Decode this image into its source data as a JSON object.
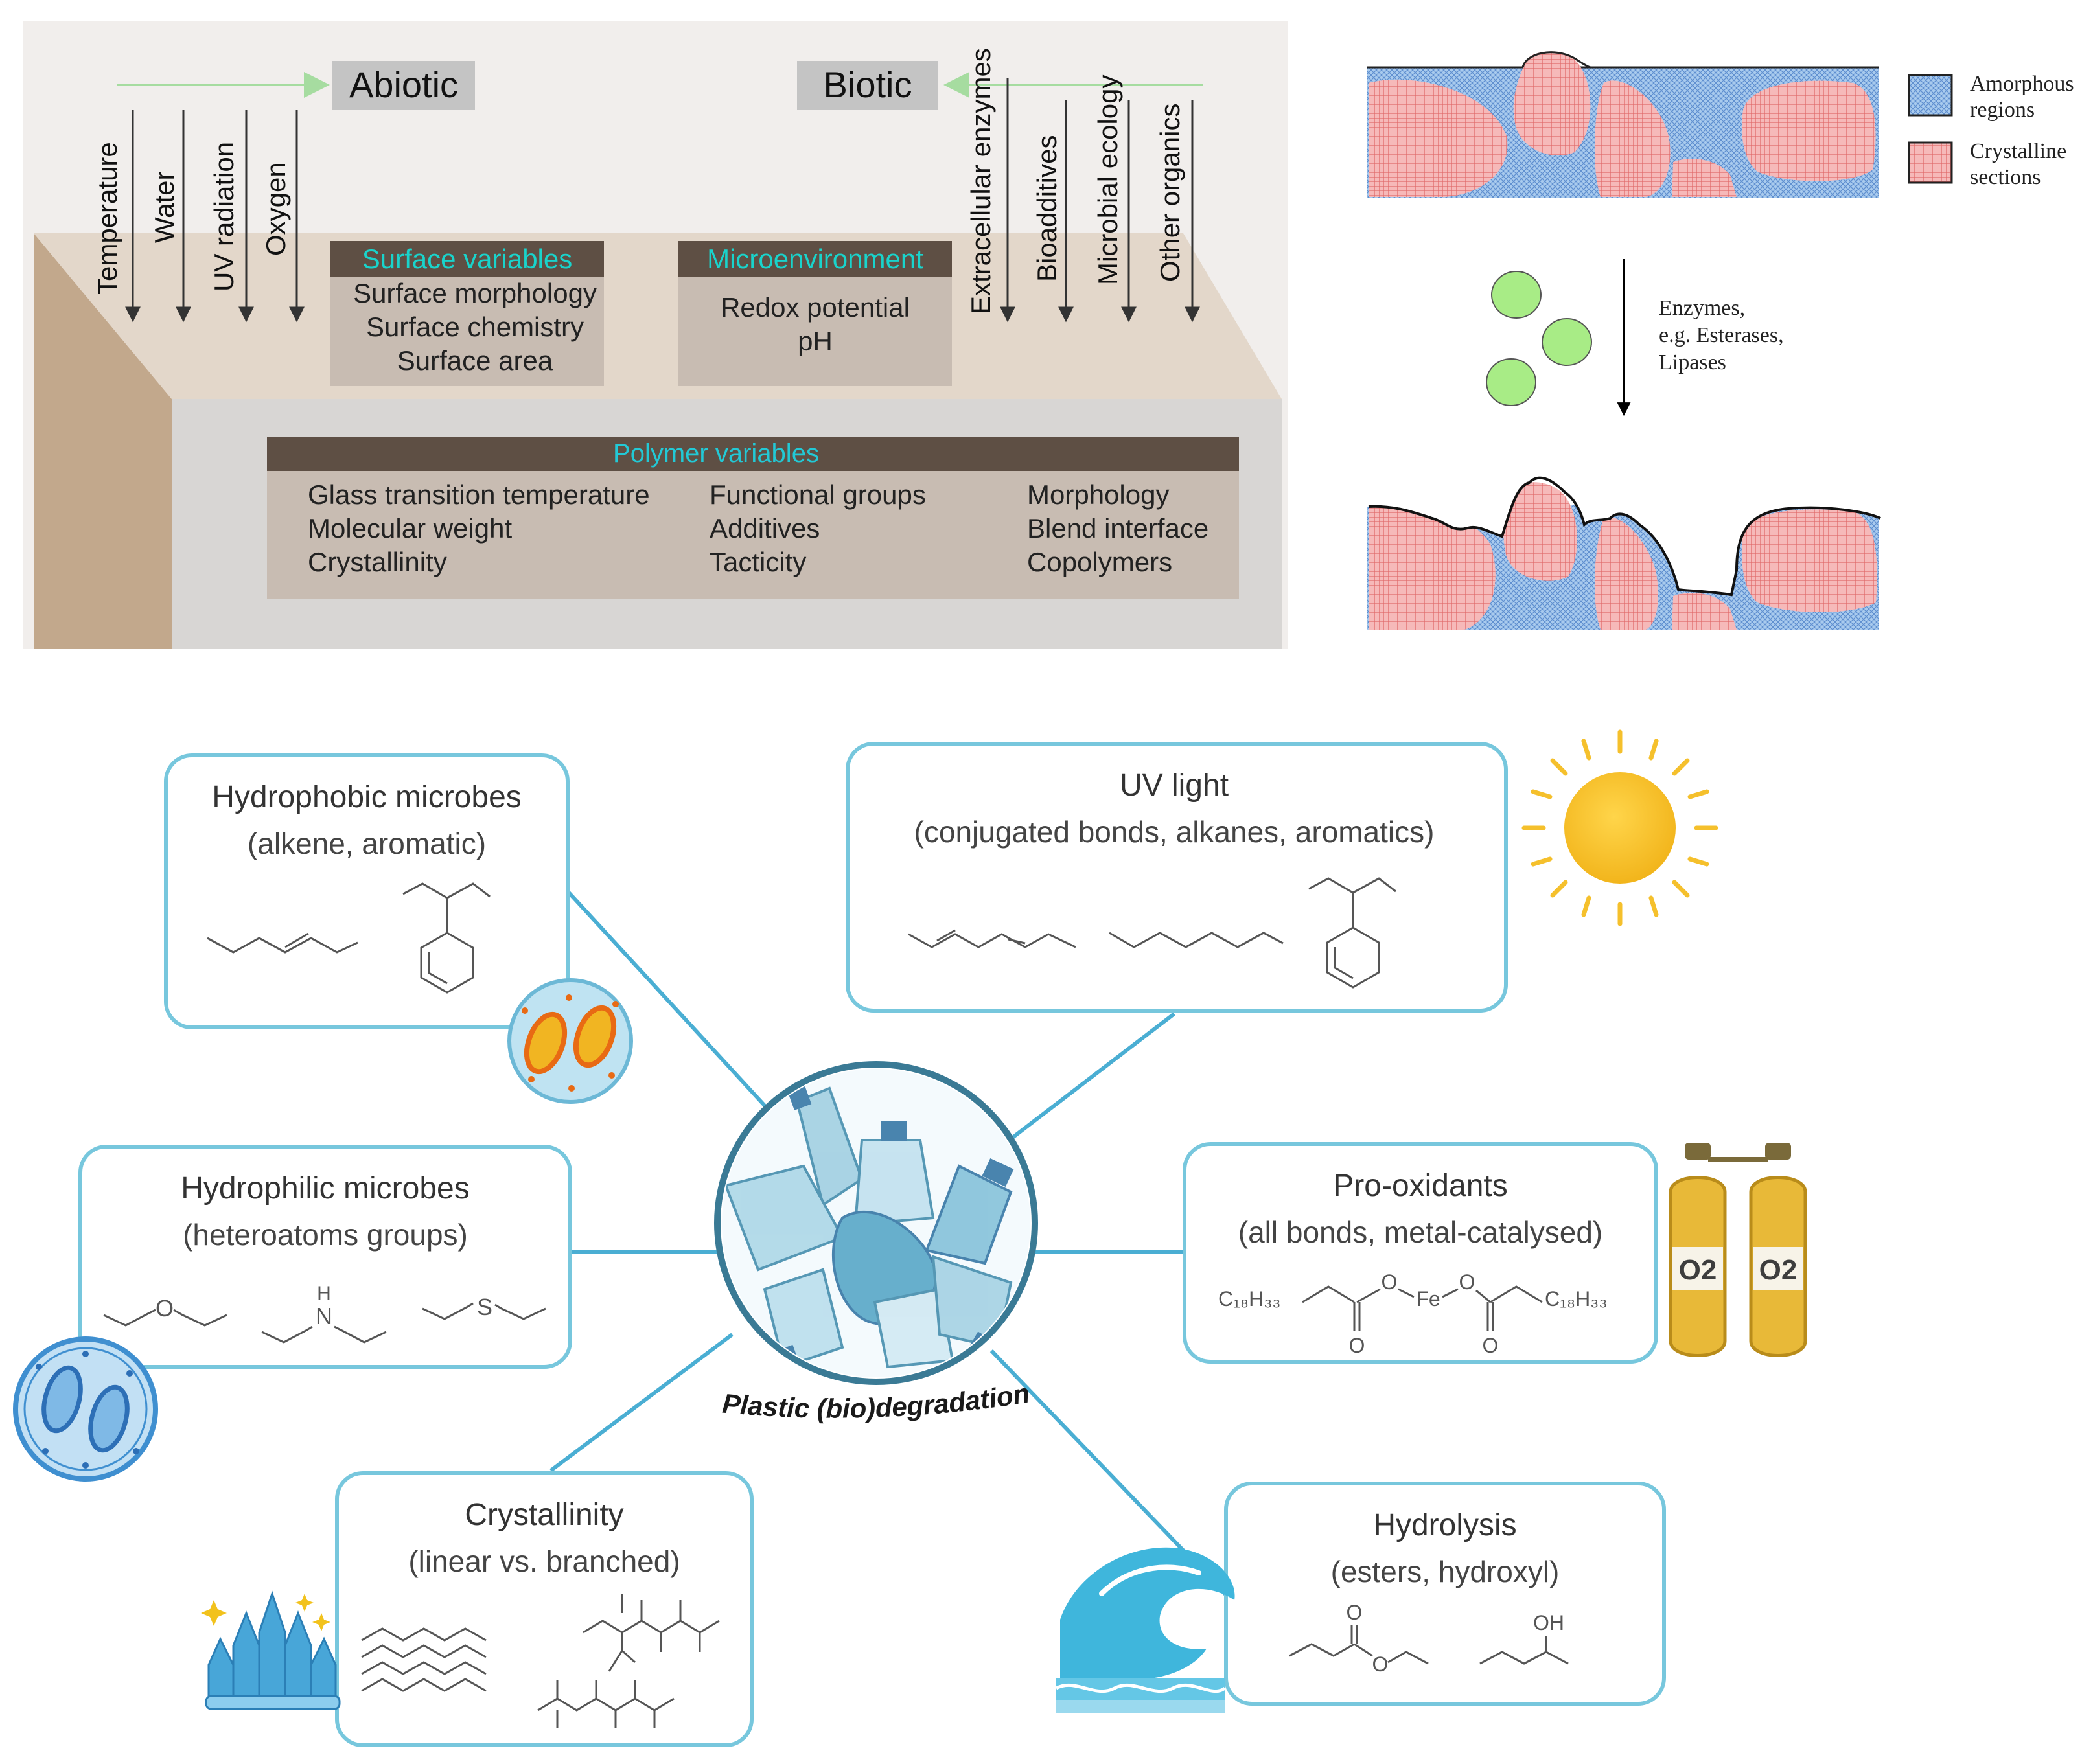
{
  "panel_a": {
    "abiotic_label": "Abiotic",
    "biotic_label": "Biotic",
    "abiotic_factors": [
      "Temperature",
      "Water",
      "UV radiation",
      "Oxygen"
    ],
    "biotic_factors": [
      "Extracellular enzymes",
      "Bioadditives",
      "Microbial ecology",
      "Other organics"
    ],
    "surface_box": {
      "title": "Surface variables",
      "items": [
        "Surface morphology",
        "Surface chemistry",
        "Surface area"
      ]
    },
    "micro_box": {
      "title": "Microenvironment",
      "items": [
        "Redox potential",
        "pH"
      ]
    },
    "polymer_box": {
      "title": "Polymer variables",
      "columns": [
        [
          "Glass transition temperature",
          "Molecular weight",
          "Crystallinity"
        ],
        [
          "Functional groups",
          "Additives",
          "Tacticity"
        ],
        [
          "Morphology",
          "Blend interface",
          "Copolymers"
        ]
      ]
    },
    "colors": {
      "box_title_bg": "#5e4f44",
      "box_title_text": "#19d4cc",
      "poly_title_text": "#22c9d6",
      "top_face": "#e4d8cb",
      "front_face": "#d6d4d2",
      "side_face": "#bea68a",
      "box_fill": "#c8bcb2",
      "label_bg": "#c4c4c4"
    }
  },
  "panel_b": {
    "legend": [
      {
        "label_1": "Amorphous",
        "label_2": "regions",
        "color": "#9dc3ea"
      },
      {
        "label_1": "Crystalline",
        "label_2": "sections",
        "color": "#f2a2a2"
      }
    ],
    "enzyme_label": [
      "Enzymes,",
      "e.g. Esterases,",
      "Lipases"
    ],
    "enzyme_color": "#a8ec86"
  },
  "panel_c": {
    "center_label": "Plastic (bio)degradation",
    "boxes": {
      "hydrophobic": {
        "title": "Hydrophobic microbes",
        "subtitle": "(alkene, aromatic)"
      },
      "uv": {
        "title": "UV light",
        "subtitle": "(conjugated bonds, alkanes, aromatics)"
      },
      "hydrophilic": {
        "title": "Hydrophilic microbes",
        "subtitle": "(heteroatoms groups)"
      },
      "prooxidants": {
        "title": "Pro-oxidants",
        "subtitle": "(all bonds, metal-catalysed)"
      },
      "crystallinity": {
        "title": "Crystallinity",
        "subtitle": "(linear vs. branched)"
      },
      "hydrolysis": {
        "title": "Hydrolysis",
        "subtitle": "(esters, hydroxyl)"
      }
    },
    "chem_labels": {
      "o": "O",
      "nh_h": "H",
      "nh_n": "N",
      "s": "S",
      "c18": "C₁₈H₃₃",
      "fe": "Fe",
      "oh": "OH"
    },
    "o2_label": "O2",
    "colors": {
      "box_border": "#77c7dd",
      "line": "#4aaed3",
      "sun": "#f5c02c",
      "tank": "#e8b938"
    }
  }
}
